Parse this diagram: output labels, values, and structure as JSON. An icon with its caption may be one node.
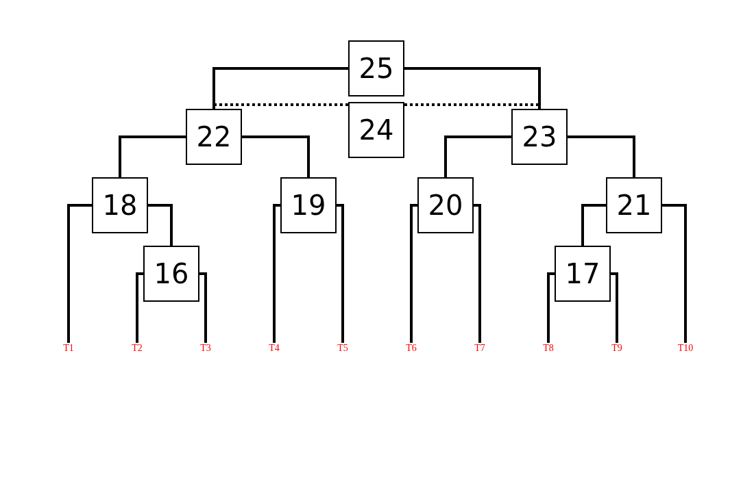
{
  "diagram": {
    "nodes": [
      {
        "text": [
          "25"
        ]
      },
      {
        "text": [
          "22"
        ]
      },
      {
        "text": [
          "24"
        ]
      },
      {
        "text": [
          "23"
        ]
      },
      {
        "text": [
          "18"
        ]
      },
      {
        "text": [
          "19"
        ]
      },
      {
        "text": [
          "20"
        ]
      },
      {
        "text": [
          "21"
        ]
      },
      {
        "text": [
          "16"
        ]
      },
      {
        "text": [
          "17"
        ]
      },
      {
        "text": [
          "T1"
        ]
      },
      {
        "text": [
          "T2"
        ]
      },
      {
        "text": [
          "T3"
        ]
      },
      {
        "text": [
          "T4"
        ]
      },
      {
        "text": [
          "T5"
        ]
      },
      {
        "text": [
          "T6"
        ]
      },
      {
        "text": [
          "T7"
        ]
      },
      {
        "text": [
          "T8"
        ]
      },
      {
        "text": [
          "T9"
        ]
      },
      {
        "text": [
          "T10"
        ]
      }
    ],
    "edges": [
      {
        "from": 0,
        "to": 1,
        "arrow": "none"
      },
      {
        "from": 0,
        "to": 3,
        "arrow": "none"
      },
      {
        "from": 2,
        "to": 1,
        "arrow": "none",
        "style": "dashed"
      },
      {
        "from": 2,
        "to": 3,
        "arrow": "none",
        "style": "dashed"
      },
      {
        "from": 1,
        "to": 4,
        "arrow": "none"
      },
      {
        "from": 1,
        "to": 5,
        "arrow": "none"
      },
      {
        "from": 3,
        "to": 6,
        "arrow": "none"
      },
      {
        "from": 3,
        "to": 7,
        "arrow": "none"
      },
      {
        "from": 4,
        "to": 10,
        "arrow": "none"
      },
      {
        "from": 4,
        "to": 8,
        "arrow": "none"
      },
      {
        "from": 8,
        "to": 11,
        "arrow": "none"
      },
      {
        "from": 8,
        "to": 12,
        "arrow": "none"
      },
      {
        "from": 5,
        "to": 13,
        "arrow": "none"
      },
      {
        "from": 5,
        "to": 14,
        "arrow": "none"
      },
      {
        "from": 6,
        "to": 15,
        "arrow": "none"
      },
      {
        "from": 6,
        "to": 16,
        "arrow": "none"
      },
      {
        "from": 7,
        "to": 9,
        "arrow": "none"
      },
      {
        "from": 7,
        "to": 19,
        "arrow": "none"
      },
      {
        "from": 9,
        "to": 17,
        "arrow": "none"
      },
      {
        "from": 9,
        "to": 18,
        "arrow": "none"
      }
    ]
  }
}
